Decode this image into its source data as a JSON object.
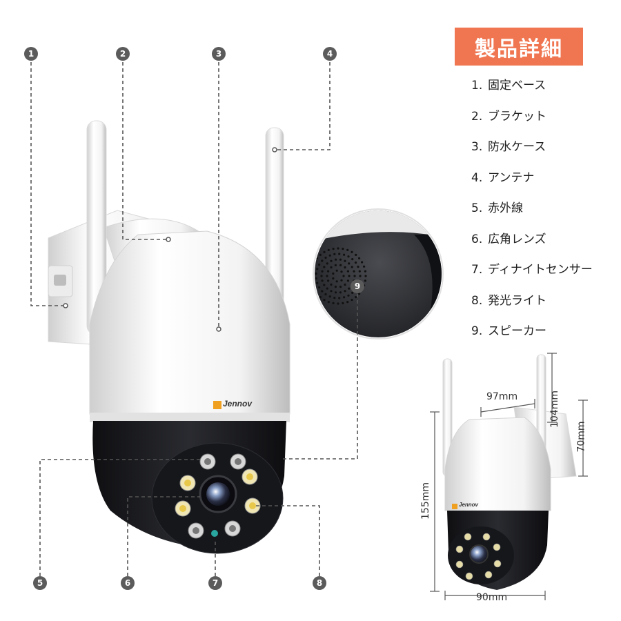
{
  "brand": {
    "logo_text": "Jennov",
    "accent_color": "#f07651",
    "badge_color": "#5b5b5b"
  },
  "title": "製品詳細",
  "parts": [
    {
      "num": "1.",
      "label": "固定ベース"
    },
    {
      "num": "2.",
      "label": "ブラケット"
    },
    {
      "num": "3.",
      "label": "防水ケース"
    },
    {
      "num": "4.",
      "label": "アンテナ"
    },
    {
      "num": "5.",
      "label": "赤外線"
    },
    {
      "num": "6.",
      "label": "広角レンズ"
    },
    {
      "num": "7.",
      "label": "ディナイトセンサー"
    },
    {
      "num": "8.",
      "label": "発光ライト"
    },
    {
      "num": "9.",
      "label": "スピーカー"
    }
  ],
  "callouts": [
    "1",
    "2",
    "3",
    "4",
    "5",
    "6",
    "7",
    "8",
    "9"
  ],
  "dimensions": {
    "top_width": "97mm",
    "antenna_height": "104mm",
    "base_height": "70mm",
    "body_height": "155mm",
    "bottom_width": "90mm"
  }
}
